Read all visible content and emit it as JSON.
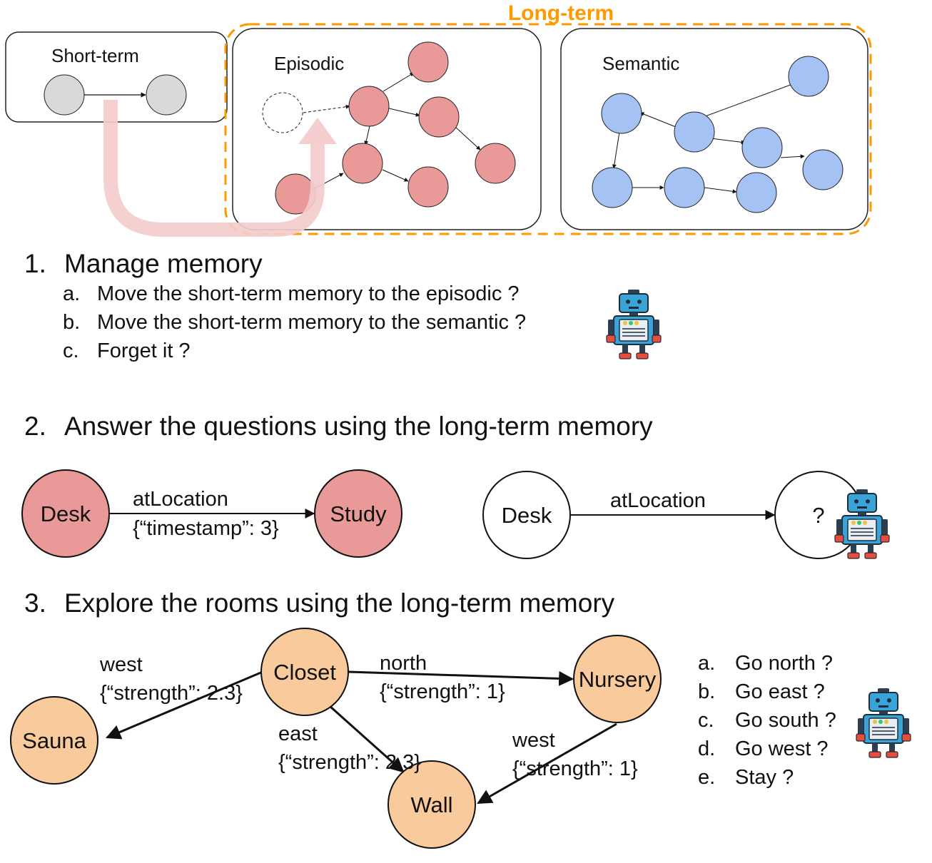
{
  "panels": {
    "short_term": {
      "label": "Short-term"
    },
    "long_term": {
      "label": "Long-term"
    },
    "episodic": {
      "label": "Episodic"
    },
    "semantic": {
      "label": "Semantic"
    }
  },
  "steps": [
    {
      "number": "1.",
      "title": "Manage memory",
      "options": [
        {
          "marker": "a.",
          "text": "Move the short-term memory to the episodic ?"
        },
        {
          "marker": "b.",
          "text": "Move the short-term memory to the semantic ?"
        },
        {
          "marker": "c.",
          "text": "Forget it ?"
        }
      ]
    },
    {
      "number": "2.",
      "title": "Answer the questions using the long-term memory"
    },
    {
      "number": "3.",
      "title": "Explore the rooms using the long-term memory",
      "options": [
        {
          "marker": "a.",
          "text": "Go north ?"
        },
        {
          "marker": "b.",
          "text": "Go east ?"
        },
        {
          "marker": "c.",
          "text": "Go south ?"
        },
        {
          "marker": "d.",
          "text": "Go west ?"
        },
        {
          "marker": "e.",
          "text": "Stay ?"
        }
      ]
    }
  ],
  "qa": {
    "known": {
      "subject": "Desk",
      "relation": "atLocation",
      "attribute": "{“timestamp”: 3}",
      "object": "Study"
    },
    "query": {
      "subject": "Desk",
      "relation": "atLocation",
      "object": "?"
    }
  },
  "rooms": {
    "nodes": {
      "closet": "Closet",
      "nursery": "Nursery",
      "sauna": "Sauna",
      "wall": "Wall"
    },
    "edges": {
      "closet_sauna": {
        "direction": "west",
        "attribute": "{“strength”: 2.3}"
      },
      "closet_nursery": {
        "direction": "north",
        "attribute": "{“strength”: 1}"
      },
      "closet_wall": {
        "direction": "east",
        "attribute": "{“strength”: 2.3}"
      },
      "nursery_wall": {
        "direction": "west",
        "attribute": "{“strength”: 1}"
      }
    }
  },
  "colors": {
    "short_term_node": "#d9d9d9",
    "episodic_node": "#ea9999",
    "semantic_node": "#a4c2f4",
    "room_node": "#f9cb9c",
    "long_term_border": "#ff9900",
    "transfer_arrow": "#f4cccc"
  },
  "icons": [
    "robot-icon"
  ]
}
